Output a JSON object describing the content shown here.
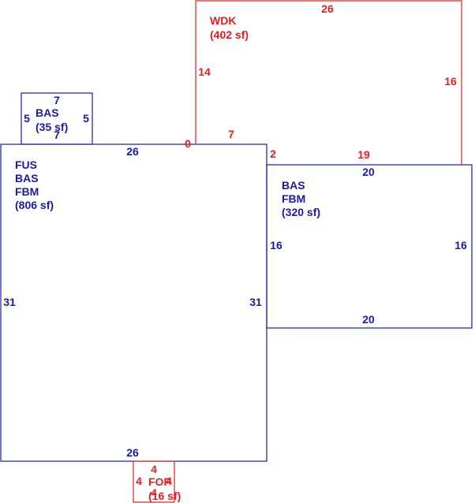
{
  "colors": {
    "blue": "#1a1aaa",
    "red": "#dd2222"
  },
  "areas": {
    "main": {
      "lines": [
        "FUS",
        "BAS",
        "FBM"
      ],
      "area": "(806 sf)",
      "dims": {
        "top": "26",
        "bottom": "26",
        "left": "31",
        "right": "31"
      }
    },
    "small": {
      "lines": [
        "BAS"
      ],
      "area": "(35 sf)",
      "dims": {
        "top": "7",
        "bottom": "7",
        "left": "5",
        "right": "5"
      }
    },
    "right": {
      "lines": [
        "BAS",
        "FBM"
      ],
      "area": "(320 sf)",
      "dims": {
        "top": "20",
        "bottom": "20",
        "left": "16",
        "right": "16"
      }
    },
    "wdk": {
      "lines": [
        "WDK"
      ],
      "area": "(402 sf)",
      "dims": {
        "top": "26",
        "left": "14",
        "right": "16",
        "bottom_left": "0",
        "bottom_mid": "7",
        "step": "2",
        "bottom_right": "19"
      }
    },
    "fop": {
      "lines": [
        "FOP"
      ],
      "area": "(16 sf)",
      "dims": {
        "top": "4",
        "bottom": "4",
        "left": "4",
        "right": "4"
      }
    }
  }
}
